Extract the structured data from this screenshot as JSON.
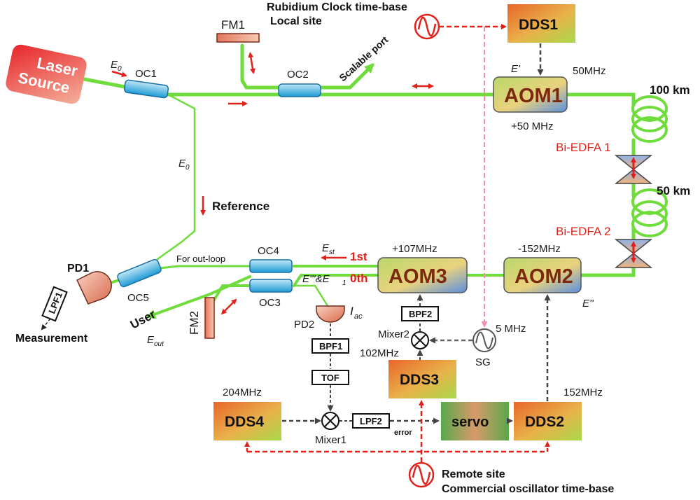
{
  "diagram": {
    "laser": {
      "line1": "Laser",
      "line2": "Source"
    },
    "fm1": "FM1",
    "fm2": "FM2",
    "oc1": "OC1",
    "oc2": "OC2",
    "oc3": "OC3",
    "oc4": "OC4",
    "oc5": "OC5",
    "pd1": "PD1",
    "pd2": "PD2",
    "lpf1": "LPF1",
    "lpf2": "LPF2",
    "bpf1": "BPF1",
    "bpf2": "BPF2",
    "tof": "TOF",
    "mixer1": "Mixer1",
    "mixer2": "Mixer2",
    "sg": "SG",
    "servo": "servo",
    "dds1": "DDS1",
    "dds2": "DDS2",
    "dds3": "DDS3",
    "dds4": "DDS4",
    "aom1": "AOM1",
    "aom2": "AOM2",
    "aom3": "AOM3",
    "rubidium_line1": "Rubidium Clock time-base",
    "rubidium_line2": "Local site",
    "remote_line1": "Remote site",
    "remote_line2": "Commercial oscillator time-base",
    "scalable_port": "Scalable port",
    "reference": "Reference",
    "for_out_loop": "For out-loop",
    "measurement": "Measurement",
    "user": "User",
    "e0_label": "E",
    "e0_sub": "0",
    "e_prime": "E'",
    "e_double_prime": "E''",
    "e_triple_label": "E'''&E",
    "e_triple_sub": "1",
    "est_label": "E",
    "est_sub": "st",
    "eout_label": "E",
    "eout_sub": "out",
    "iac_label": "I",
    "iac_sub": "ac",
    "first_order": "1st",
    "zeroth_order": "0th",
    "freq_50": "50MHz",
    "freq_plus50": "+50 MHz",
    "freq_plus107": "+107MHz",
    "freq_minus152": "-152MHz",
    "freq_5": "5 MHz",
    "freq_102": "102MHz",
    "freq_204": "204MHz",
    "freq_152": "152MHz",
    "error": "error",
    "fiber_100": "100 km",
    "fiber_50": "50 km",
    "edfa1": "Bi-EDFA 1",
    "edfa2": "Bi-EDFA 2"
  },
  "colors": {
    "fiber": "#6fdc3c",
    "arrow_red": "#e0221b",
    "dashed_gray": "#555555",
    "dashed_pink": "#f48fb1"
  }
}
